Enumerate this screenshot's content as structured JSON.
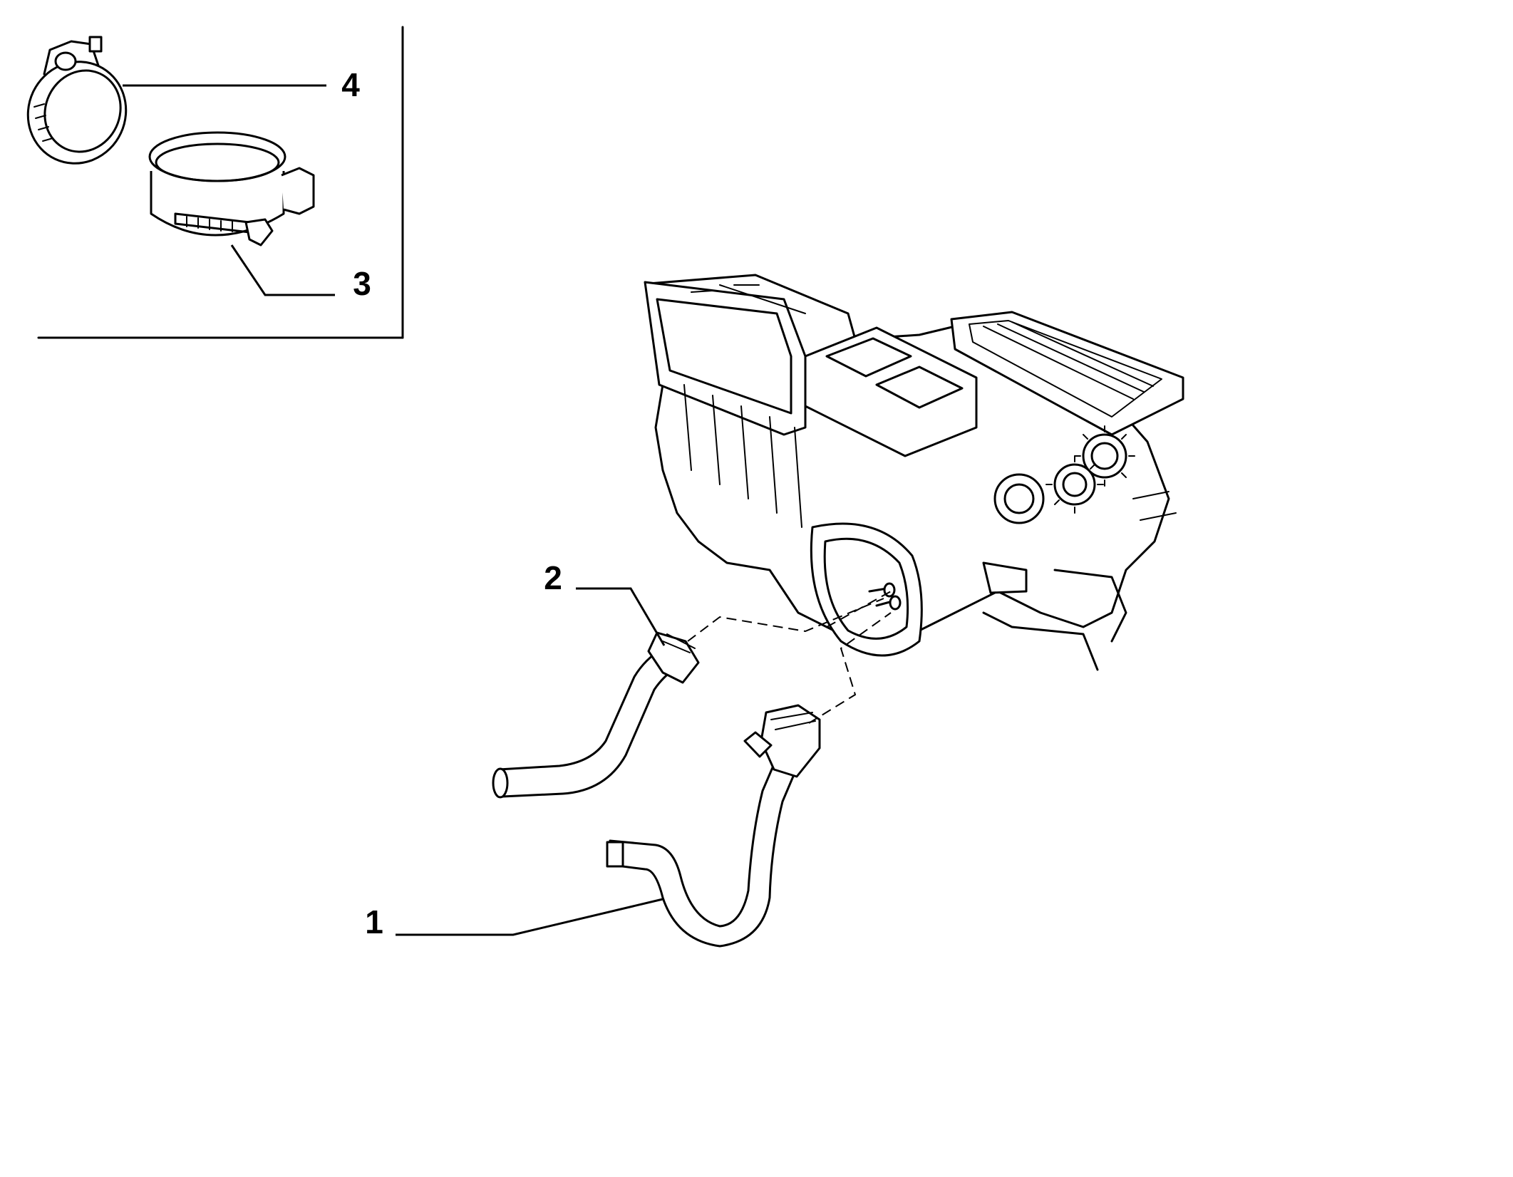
{
  "callouts": {
    "c1": "1",
    "c2": "2",
    "c3": "3",
    "c4": "4"
  },
  "icons": {
    "clamp_4": "hose-clamp-icon",
    "clamp_3": "band-clamp-icon",
    "heater_unit": "heater-unit-icon",
    "hose_1": "hose-icon",
    "hose_2": "hose-icon"
  },
  "colors": {
    "line": "#000000",
    "background": "#ffffff"
  }
}
